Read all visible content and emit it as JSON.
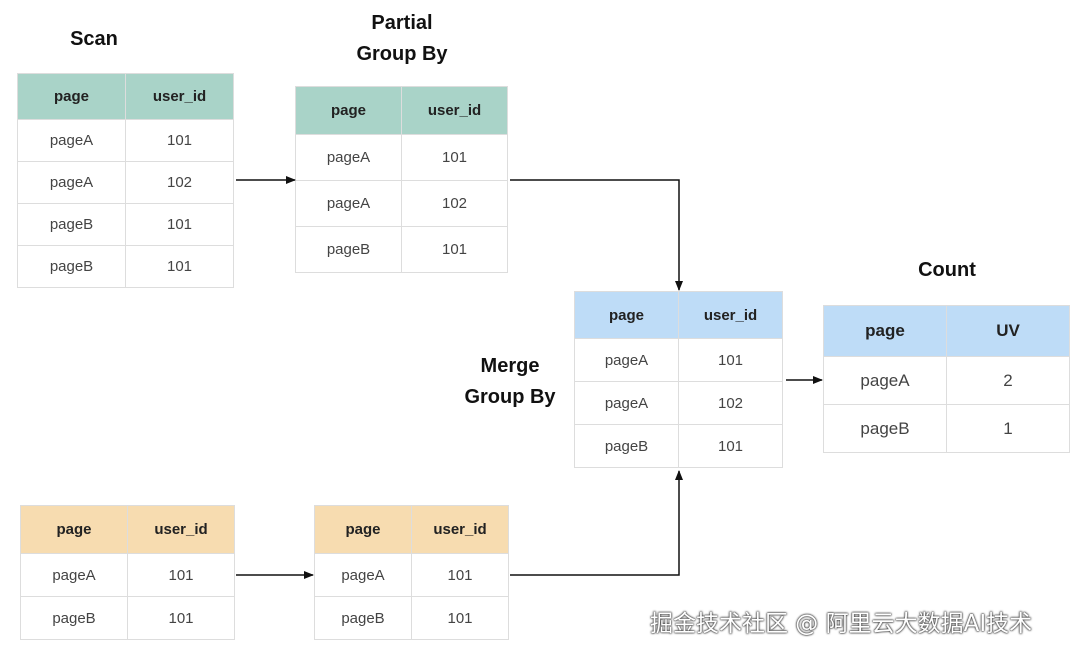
{
  "titles": {
    "scan": "Scan",
    "partial": "Partial\nGroup By",
    "merge": "Merge\nGroup By",
    "count": "Count"
  },
  "tables": {
    "scan": {
      "headers": [
        "page",
        "user_id"
      ],
      "rows": [
        [
          "pageA",
          "101"
        ],
        [
          "pageA",
          "102"
        ],
        [
          "pageB",
          "101"
        ],
        [
          "pageB",
          "101"
        ]
      ]
    },
    "partial": {
      "headers": [
        "page",
        "user_id"
      ],
      "rows": [
        [
          "pageA",
          "101"
        ],
        [
          "pageA",
          "102"
        ],
        [
          "pageB",
          "101"
        ]
      ]
    },
    "merge": {
      "headers": [
        "page",
        "user_id"
      ],
      "rows": [
        [
          "pageA",
          "101"
        ],
        [
          "pageA",
          "102"
        ],
        [
          "pageB",
          "101"
        ]
      ]
    },
    "count": {
      "headers": [
        "page",
        "UV"
      ],
      "rows": [
        [
          "pageA",
          "2"
        ],
        [
          "pageB",
          "1"
        ]
      ]
    },
    "scan2": {
      "headers": [
        "page",
        "user_id"
      ],
      "rows": [
        [
          "pageA",
          "101"
        ],
        [
          "pageB",
          "101"
        ]
      ]
    },
    "partial2": {
      "headers": [
        "page",
        "user_id"
      ],
      "rows": [
        [
          "pageA",
          "101"
        ],
        [
          "pageB",
          "101"
        ]
      ]
    }
  },
  "colors": {
    "teal_header": "#a9d3c8",
    "blue_header": "#bedcf7",
    "orange_header": "#f7dcb0",
    "border": "#dddddd",
    "arrow": "#111111"
  },
  "watermark": "掘金技术社区 @ 阿里云大数据AI技术"
}
